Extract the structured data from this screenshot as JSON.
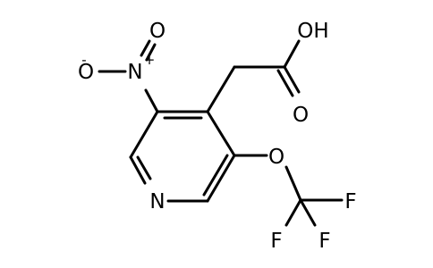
{
  "molecule": {
    "atoms": {
      "nitro_o_top": "O",
      "nitro_o_minus": "O",
      "nitro_o_charge": "-",
      "nitro_n": "N",
      "nitro_n_charge": "+",
      "acid_oh": "OH",
      "acid_o": "O",
      "ring_n": "N",
      "ether_o": "O",
      "f1": "F",
      "f2": "F",
      "f3": "F"
    },
    "colors": {
      "bond": "#000000",
      "text": "#000000",
      "background": "#ffffff"
    }
  }
}
